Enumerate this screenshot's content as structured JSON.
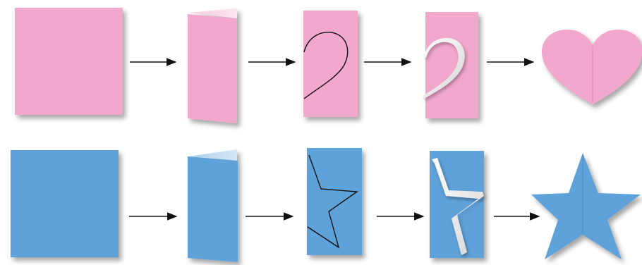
{
  "colors": {
    "pink": "#f2a7cc",
    "blue": "#5fa1d9",
    "line": "#111111",
    "background": "#ffffff"
  },
  "rows": [
    {
      "name": "heart",
      "color": "#f2a7cc",
      "steps": [
        "square-paper",
        "folded-paper",
        "drawn-half-outline",
        "cut-along-outline",
        "unfolded-shape"
      ]
    },
    {
      "name": "star",
      "color": "#5fa1d9",
      "steps": [
        "square-paper",
        "folded-paper",
        "drawn-half-outline",
        "cut-along-outline",
        "unfolded-shape"
      ]
    }
  ],
  "arrow_count_per_row": 4
}
